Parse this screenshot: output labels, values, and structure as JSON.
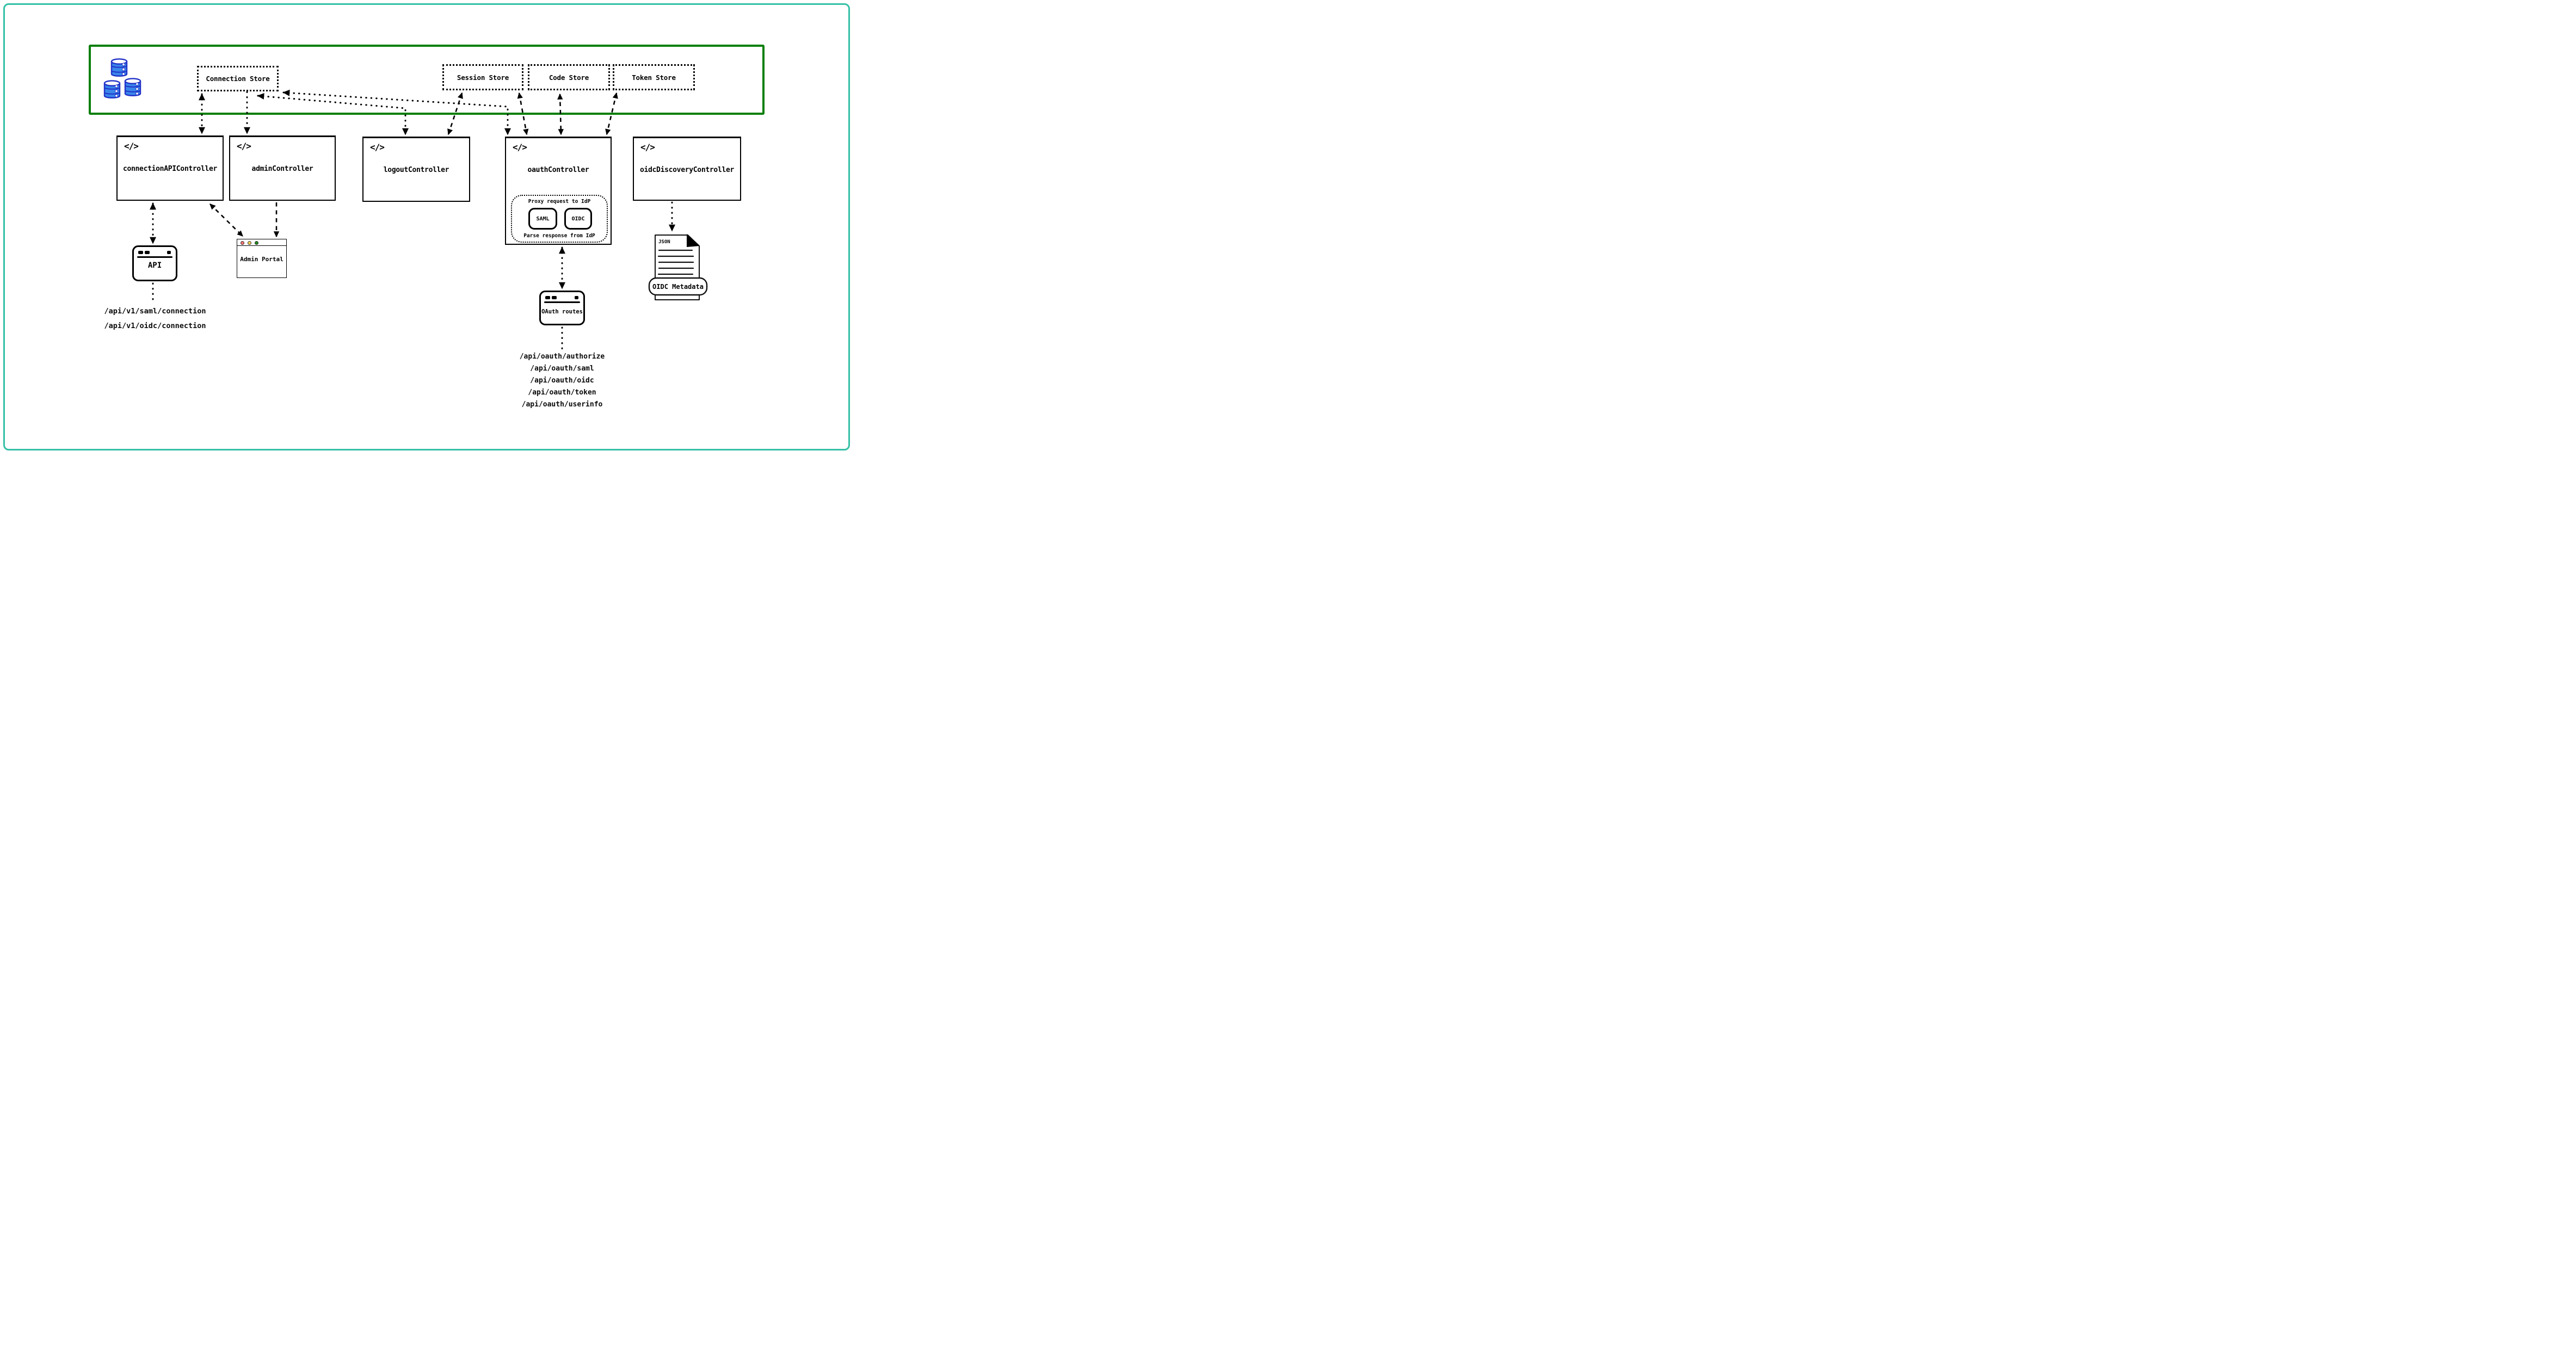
{
  "colors": {
    "frame": "#35c0a6",
    "zone_border": "#087f08",
    "db_fill": "#3a86ea",
    "db_stroke": "#2232c8",
    "dot_red": "#f87171",
    "dot_yellow": "#f7d14e",
    "dot_green": "#1e8c1e"
  },
  "code_icon": "</>",
  "stores": {
    "connection": "Connection Store",
    "session": "Session Store",
    "code": "Code Store",
    "token": "Token Store"
  },
  "controllers": {
    "connection_api": "connectionAPIController",
    "admin": "adminController",
    "logout": "logoutController",
    "oauth": "oauthController",
    "oidc_discovery": "oidcDiscoveryController"
  },
  "oauth_flow": {
    "proxy": "Proxy request to IdP",
    "saml": "SAML",
    "oidc": "OIDC",
    "parse": "Parse response from IdP"
  },
  "clients": {
    "api": "API",
    "admin_portal": "Admin Portal",
    "oauth_routes": "OAuth routes"
  },
  "metadata_doc": {
    "file_type": "JSON",
    "label": "OIDC Metadata"
  },
  "api_routes": [
    "/api/v1/saml/connection",
    "/api/v1/oidc/connection"
  ],
  "oauth_route_list": [
    "/api/oauth/authorize",
    "/api/oauth/saml",
    "/api/oauth/oidc",
    "/api/oauth/token",
    "/api/oauth/userinfo"
  ]
}
